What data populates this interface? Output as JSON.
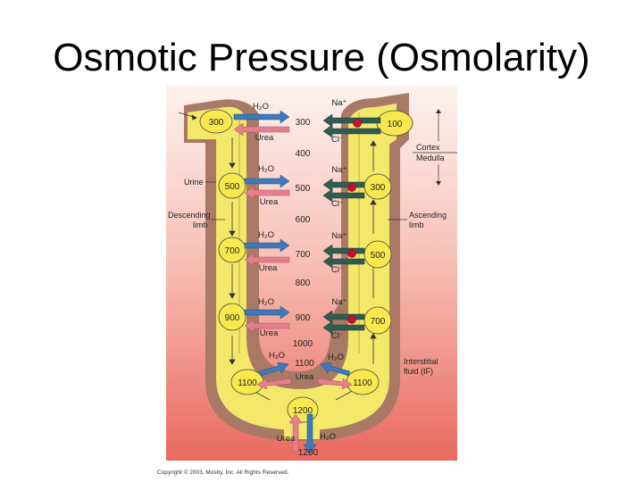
{
  "slide": {
    "title": "Osmotic Pressure (Osmolarity)",
    "copyright": "Copyright © 2003, Mosby, Inc. All Rights Reserved."
  },
  "diagram": {
    "descending": [
      "300",
      "500",
      "700",
      "900",
      "1100"
    ],
    "ascending": [
      "100",
      "300",
      "500",
      "700",
      "1100"
    ],
    "interstitial": [
      "300",
      "400",
      "500",
      "600",
      "700",
      "800",
      "900",
      "1000",
      "1100",
      "1200"
    ],
    "bottom_value": "1200",
    "labels": {
      "h2o": "H₂O",
      "urea": "Urea",
      "na": "Na⁺",
      "cl": "Cl⁻",
      "cortex": "Cortex",
      "medulla": "Medulla",
      "urine": "Urine",
      "descending_1": "Descending",
      "descending_2": "limb",
      "ascending_1": "Ascending",
      "ascending_2": "limb",
      "if_1": "Interstitial",
      "if_2": "fluid (IF)"
    }
  },
  "colors": {
    "water_arrow": "#3f79b8",
    "urea_arrow": "#e4808e",
    "salt_arrow": "#2f5c50",
    "pump": "#c8102e",
    "tubule": "#f3e86a",
    "wall": "#a87a66"
  }
}
